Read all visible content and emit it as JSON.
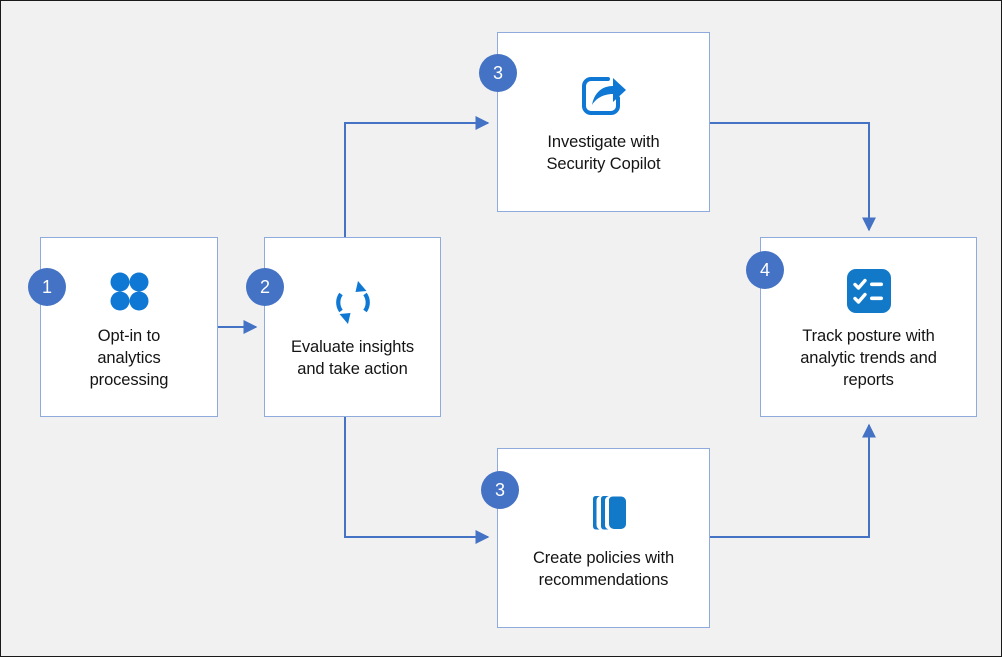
{
  "diagram": {
    "background_color": "#f1f1f1",
    "box_border_color": "#8faadc",
    "badge_color": "#4472c4",
    "connector_color": "#4472c4",
    "icon_color": "#0f78d4",
    "nodes": [
      {
        "id": "node-1",
        "number": "1",
        "icon": "four-dots-grid-icon",
        "label": "Opt-in to\nanalytics\nprocessing"
      },
      {
        "id": "node-2",
        "number": "2",
        "icon": "refresh-sync-icon",
        "label": "Evaluate insights\nand take action"
      },
      {
        "id": "node-3a",
        "number": "3",
        "icon": "share-export-icon",
        "label": "Investigate with\nSecurity Copilot"
      },
      {
        "id": "node-3b",
        "number": "3",
        "icon": "stacked-layers-icon",
        "label": "Create policies with\nrecommendations"
      },
      {
        "id": "node-4",
        "number": "4",
        "icon": "checklist-icon",
        "label": "Track posture with\nanalytic trends and\nreports"
      }
    ],
    "connectors": [
      {
        "id": "c1",
        "from": "node-1",
        "to": "node-2",
        "direction": "right"
      },
      {
        "id": "c2",
        "from": "node-2",
        "to": "node-3a",
        "direction": "up-right"
      },
      {
        "id": "c3",
        "from": "node-2",
        "to": "node-3b",
        "direction": "down-right"
      },
      {
        "id": "c4",
        "from": "node-3a",
        "to": "node-4",
        "direction": "right-down"
      },
      {
        "id": "c5",
        "from": "node-3b",
        "to": "node-4",
        "direction": "right-up"
      }
    ]
  }
}
